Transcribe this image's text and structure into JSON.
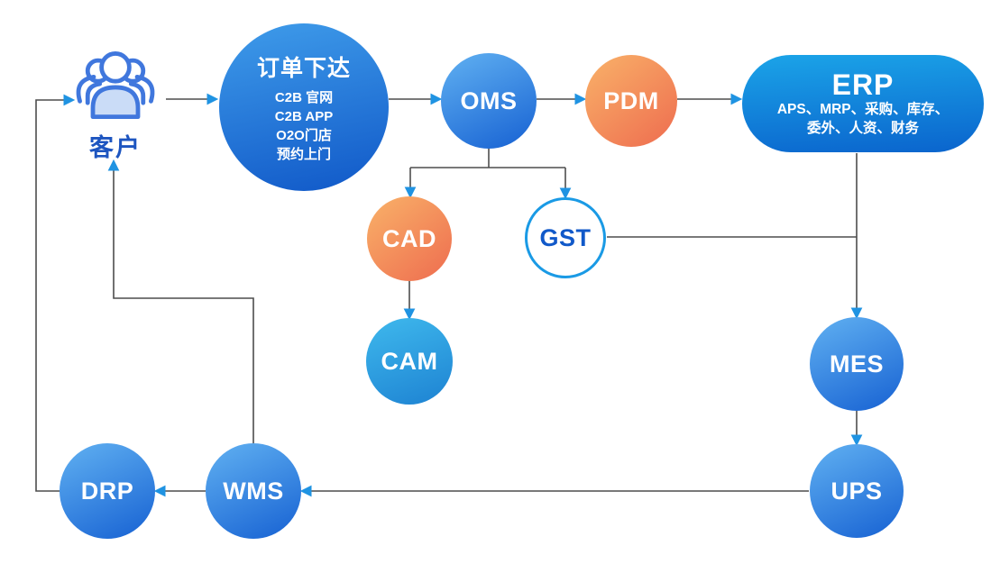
{
  "diagram": {
    "title_hint": "order-to-delivery system flow diagram",
    "nodes": {
      "customer": {
        "label": "客户"
      },
      "order": {
        "title": "订单下达",
        "lines": [
          "C2B 官网",
          "C2B APP",
          "O2O门店",
          "预约上门"
        ]
      },
      "oms": {
        "label": "OMS"
      },
      "pdm": {
        "label": "PDM"
      },
      "erp": {
        "title": "ERP",
        "lines": [
          "APS、MRP、采购、库存、",
          "委外、人资、财务"
        ]
      },
      "cad": {
        "label": "CAD"
      },
      "gst": {
        "label": "GST"
      },
      "cam": {
        "label": "CAM"
      },
      "mes": {
        "label": "MES"
      },
      "ups": {
        "label": "UPS"
      },
      "wms": {
        "label": "WMS"
      },
      "drp": {
        "label": "DRP"
      }
    },
    "edges": [
      {
        "from": "customer",
        "to": "order"
      },
      {
        "from": "order",
        "to": "oms"
      },
      {
        "from": "oms",
        "to": "pdm"
      },
      {
        "from": "pdm",
        "to": "erp"
      },
      {
        "from": "oms",
        "to": "cad"
      },
      {
        "from": "oms",
        "to": "gst"
      },
      {
        "from": "cad",
        "to": "cam"
      },
      {
        "from": "gst",
        "to": "mes"
      },
      {
        "from": "erp",
        "to": "mes"
      },
      {
        "from": "mes",
        "to": "ups"
      },
      {
        "from": "ups",
        "to": "wms"
      },
      {
        "from": "wms",
        "to": "drp"
      },
      {
        "from": "drp",
        "to": "customer"
      },
      {
        "from": "wms",
        "to": "customer"
      }
    ],
    "colors": {
      "line": "#4d4d4d",
      "arrowhead": "#1f93e2",
      "blue_node_top": "#5dadf0",
      "blue_node_bottom": "#1a65d4",
      "cyan_node_top": "#3fb9ed",
      "cyan_node_bottom": "#1d82d2",
      "orange_node_top": "#f9b269",
      "orange_node_bottom": "#ee6c4f",
      "erp_top": "#1ba4e8",
      "erp_bottom": "#0a64cd",
      "gst_border": "#1a9ae5",
      "gst_text": "#1159c9",
      "customer_text": "#1d55c0",
      "customer_icon_stroke": "#4077dd",
      "customer_icon_fill": "#cadcf7"
    }
  }
}
